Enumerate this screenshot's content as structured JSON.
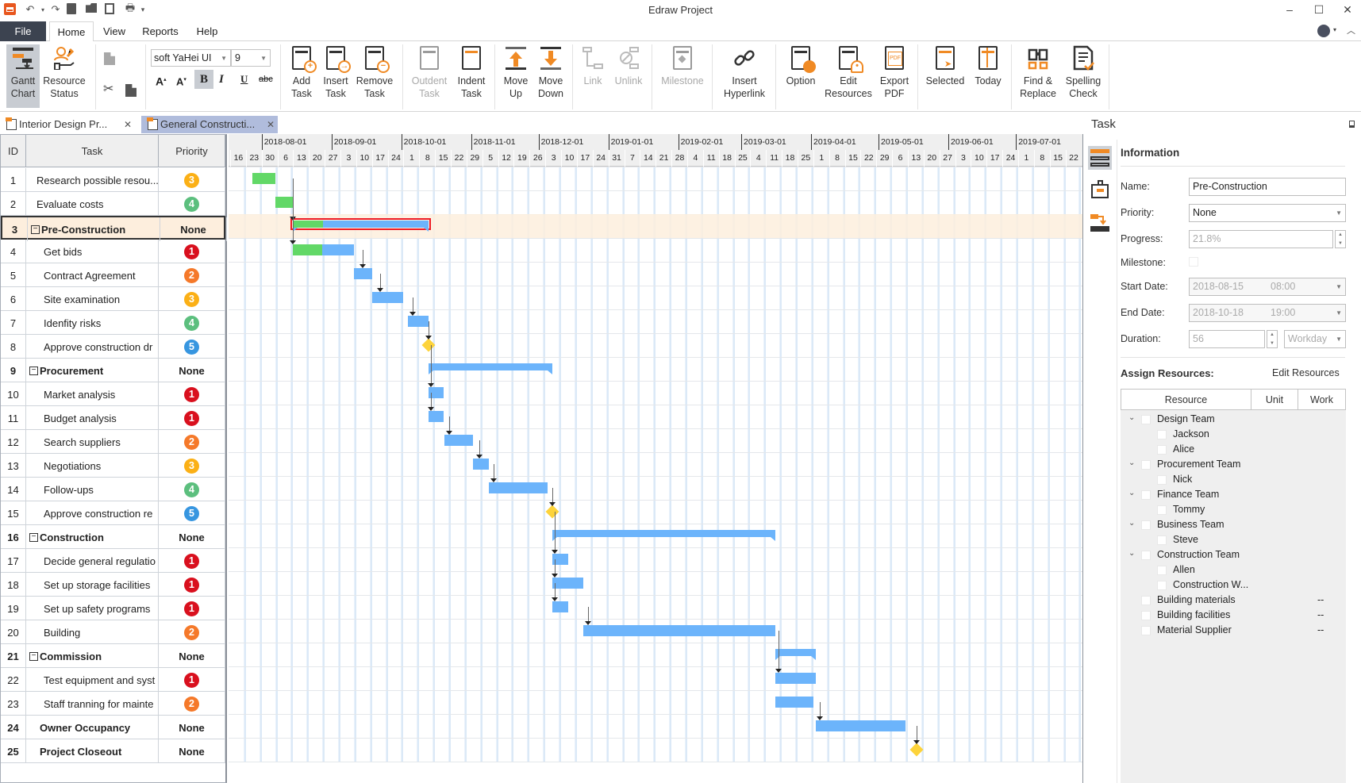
{
  "window": {
    "title": "Edraw Project",
    "controls": {
      "minimize": "–",
      "maximize": "☐",
      "close": "✕"
    }
  },
  "quick_access": [
    "app-logo",
    "undo-icon",
    "redo-icon",
    "new-icon",
    "open-icon",
    "save-icon",
    "print-icon",
    "customize-icon"
  ],
  "menu": {
    "file": "File",
    "tabs": [
      "Home",
      "View",
      "Reports",
      "Help"
    ],
    "active": "Home"
  },
  "ribbon": {
    "gantt_chart": [
      "Gantt",
      "Chart"
    ],
    "resource_status": [
      "Resource",
      "Status"
    ],
    "font_name": "soft YaHei UI",
    "font_size": "9",
    "add_task": [
      "Add",
      "Task"
    ],
    "insert_task": [
      "Insert",
      "Task"
    ],
    "remove_task": [
      "Remove",
      "Task"
    ],
    "outdent_task": [
      "Outdent",
      "Task"
    ],
    "indent_task": [
      "Indent",
      "Task"
    ],
    "move_up": [
      "Move",
      "Up"
    ],
    "move_down": [
      "Move",
      "Down"
    ],
    "link": "Link",
    "unlink": "Unlink",
    "milestone": "Milestone",
    "insert_hyperlink": [
      "Insert",
      "Hyperlink"
    ],
    "option": "Option",
    "edit_resources": [
      "Edit",
      "Resources"
    ],
    "export_pdf": [
      "Export",
      "PDF"
    ],
    "selected": "Selected",
    "today": "Today",
    "find_replace": [
      "Find &",
      "Replace"
    ],
    "spelling_check": [
      "Spelling",
      "Check"
    ]
  },
  "doc_tabs": [
    {
      "label": "Interior Design Pr...",
      "active": false
    },
    {
      "label": "General Constructi...",
      "active": true
    }
  ],
  "grid": {
    "headers": {
      "id": "ID",
      "task": "Task",
      "priority": "Priority"
    },
    "rows": [
      {
        "id": "1",
        "task": "Research possible resou...",
        "priority": "3",
        "level": 0,
        "summary": false
      },
      {
        "id": "2",
        "task": "Evaluate costs",
        "priority": "4",
        "level": 0,
        "summary": false
      },
      {
        "id": "3",
        "task": "Pre-Construction",
        "priority": "None",
        "level": 0,
        "summary": true,
        "selected": true
      },
      {
        "id": "4",
        "task": "Get bids",
        "priority": "1",
        "level": 1,
        "summary": false
      },
      {
        "id": "5",
        "task": "Contract Agreement",
        "priority": "2",
        "level": 1,
        "summary": false
      },
      {
        "id": "6",
        "task": "Site examination",
        "priority": "3",
        "level": 1,
        "summary": false
      },
      {
        "id": "7",
        "task": "Idenfity risks",
        "priority": "4",
        "level": 1,
        "summary": false
      },
      {
        "id": "8",
        "task": "Approve construction dr",
        "priority": "5",
        "level": 1,
        "summary": false
      },
      {
        "id": "9",
        "task": "Procurement",
        "priority": "None",
        "level": 0,
        "summary": true
      },
      {
        "id": "10",
        "task": "Market analysis",
        "priority": "1",
        "level": 1,
        "summary": false
      },
      {
        "id": "11",
        "task": "Budget analysis",
        "priority": "1",
        "level": 1,
        "summary": false
      },
      {
        "id": "12",
        "task": "Search suppliers",
        "priority": "2",
        "level": 1,
        "summary": false
      },
      {
        "id": "13",
        "task": "Negotiations",
        "priority": "3",
        "level": 1,
        "summary": false
      },
      {
        "id": "14",
        "task": "Follow-ups",
        "priority": "4",
        "level": 1,
        "summary": false
      },
      {
        "id": "15",
        "task": "Approve construction re",
        "priority": "5",
        "level": 1,
        "summary": false
      },
      {
        "id": "16",
        "task": "Construction",
        "priority": "None",
        "level": 0,
        "summary": true
      },
      {
        "id": "17",
        "task": "Decide general regulatio",
        "priority": "1",
        "level": 1,
        "summary": false
      },
      {
        "id": "18",
        "task": "Set up storage facilities",
        "priority": "1",
        "level": 1,
        "summary": false
      },
      {
        "id": "19",
        "task": "Set up safety programs",
        "priority": "1",
        "level": 1,
        "summary": false
      },
      {
        "id": "20",
        "task": "Building",
        "priority": "2",
        "level": 1,
        "summary": false
      },
      {
        "id": "21",
        "task": "Commission",
        "priority": "None",
        "level": 0,
        "summary": true
      },
      {
        "id": "22",
        "task": "Test equipment and syst",
        "priority": "1",
        "level": 1,
        "summary": false
      },
      {
        "id": "23",
        "task": "Staff tranning for mainte",
        "priority": "2",
        "level": 1,
        "summary": false
      },
      {
        "id": "24",
        "task": "Owner Occupancy",
        "priority": "None",
        "level": 0,
        "summary": true,
        "nocollapse": true
      },
      {
        "id": "25",
        "task": "Project Closeout",
        "priority": "None",
        "level": 0,
        "summary": true,
        "nocollapse": true
      }
    ]
  },
  "priority_colors": {
    "1": "#d9101e",
    "2": "#f5792a",
    "3": "#fbb016",
    "4": "#5cbf7e",
    "5": "#3796e0"
  },
  "timeline": {
    "months": [
      "2018-08-01",
      "2018-09-01",
      "2018-10-01",
      "2018-11-01",
      "2018-12-01",
      "2019-01-01",
      "2019-02-01",
      "2019-03-01",
      "2019-04-01",
      "2019-05-01",
      "2019-06-01",
      "2019-07-01"
    ],
    "month_week_index": [
      2,
      6.43,
      10.86,
      15.29,
      19.57,
      24,
      28.43,
      32.43,
      36.86,
      41.14,
      45.57,
      49.86
    ],
    "weeks": [
      "16",
      "23",
      "30",
      "6",
      "13",
      "20",
      "27",
      "3",
      "10",
      "17",
      "24",
      "1",
      "8",
      "15",
      "22",
      "29",
      "5",
      "12",
      "19",
      "26",
      "3",
      "10",
      "17",
      "24",
      "31",
      "7",
      "14",
      "21",
      "28",
      "4",
      "11",
      "18",
      "25",
      "4",
      "11",
      "18",
      "25",
      "1",
      "8",
      "15",
      "22",
      "29",
      "6",
      "13",
      "20",
      "27",
      "3",
      "10",
      "17",
      "24",
      "1",
      "8",
      "15",
      "22"
    ]
  },
  "gantt_bars": [
    {
      "row": 0,
      "type": "task",
      "start": 1.43,
      "end": 2.86,
      "progress": 1.0
    },
    {
      "row": 1,
      "type": "task",
      "start": 2.86,
      "end": 4.0,
      "progress": 1.0
    },
    {
      "row": 2,
      "type": "summary",
      "start": 4.0,
      "end": 12.57,
      "progress": 0.218,
      "selected": true
    },
    {
      "row": 3,
      "type": "task",
      "start": 4.0,
      "end": 7.86,
      "progress": 0.48
    },
    {
      "row": 4,
      "type": "task",
      "start": 7.86,
      "end": 9.0
    },
    {
      "row": 5,
      "type": "task",
      "start": 9.0,
      "end": 11.0
    },
    {
      "row": 6,
      "type": "task",
      "start": 11.29,
      "end": 12.57
    },
    {
      "row": 7,
      "type": "milestone",
      "at": 12.57
    },
    {
      "row": 8,
      "type": "summary",
      "start": 12.57,
      "end": 20.43
    },
    {
      "row": 9,
      "type": "task",
      "start": 12.57,
      "end": 13.57
    },
    {
      "row": 10,
      "type": "task",
      "start": 12.57,
      "end": 13.57
    },
    {
      "row": 11,
      "type": "task",
      "start": 13.57,
      "end": 15.43
    },
    {
      "row": 12,
      "type": "task",
      "start": 15.43,
      "end": 16.43
    },
    {
      "row": 13,
      "type": "task",
      "start": 16.43,
      "end": 20.14
    },
    {
      "row": 14,
      "type": "milestone",
      "at": 20.43
    },
    {
      "row": 15,
      "type": "summary",
      "start": 20.43,
      "end": 34.57
    },
    {
      "row": 16,
      "type": "task",
      "start": 20.43,
      "end": 21.43
    },
    {
      "row": 17,
      "type": "task",
      "start": 20.43,
      "end": 22.43
    },
    {
      "row": 18,
      "type": "task",
      "start": 20.43,
      "end": 21.43
    },
    {
      "row": 19,
      "type": "task",
      "start": 22.43,
      "end": 34.57
    },
    {
      "row": 20,
      "type": "summary",
      "start": 34.57,
      "end": 37.14
    },
    {
      "row": 21,
      "type": "task",
      "start": 34.57,
      "end": 37.14
    },
    {
      "row": 22,
      "type": "task",
      "start": 34.57,
      "end": 37.0
    },
    {
      "row": 23,
      "type": "task",
      "start": 37.14,
      "end": 42.86
    },
    {
      "row": 24,
      "type": "milestone",
      "at": 43.57
    }
  ],
  "task_panel": {
    "title": "Task",
    "section": "Information",
    "labels": {
      "name": "Name:",
      "priority": "Priority:",
      "progress": "Progress:",
      "milestone": "Milestone:",
      "start_date": "Start Date:",
      "end_date": "End Date:",
      "duration": "Duration:"
    },
    "values": {
      "name": "Pre-Construction",
      "priority": "None",
      "progress": "21.8%",
      "milestone": false,
      "start_date": "2018-08-15",
      "start_time": "08:00",
      "end_date": "2018-10-18",
      "end_time": "19:00",
      "duration": "56",
      "duration_unit": "Workday"
    },
    "assign_resources": "Assign Resources:",
    "edit_resources": "Edit Resources",
    "resource_headers": {
      "resource": "Resource",
      "unit": "Unit",
      "work": "Work"
    },
    "resources": [
      {
        "name": "Design Team",
        "group": true,
        "work": ""
      },
      {
        "name": "Jackson",
        "group": false,
        "child": true,
        "work": ""
      },
      {
        "name": "Alice",
        "group": false,
        "child": true,
        "work": ""
      },
      {
        "name": "Procurement Team",
        "group": true,
        "work": ""
      },
      {
        "name": "Nick",
        "group": false,
        "child": true,
        "work": ""
      },
      {
        "name": "Finance Team",
        "group": true,
        "work": ""
      },
      {
        "name": "Tommy",
        "group": false,
        "child": true,
        "work": ""
      },
      {
        "name": "Business Team",
        "group": true,
        "work": ""
      },
      {
        "name": "Steve",
        "group": false,
        "child": true,
        "work": ""
      },
      {
        "name": "Construction Team",
        "group": true,
        "work": ""
      },
      {
        "name": "Allen",
        "group": false,
        "child": true,
        "work": ""
      },
      {
        "name": "Construction W...",
        "group": false,
        "child": true,
        "work": ""
      },
      {
        "name": "Building materials",
        "group": false,
        "child": false,
        "work": "--"
      },
      {
        "name": "Building facilities",
        "group": false,
        "child": false,
        "work": "--"
      },
      {
        "name": "Material Supplier",
        "group": false,
        "child": false,
        "work": "--"
      }
    ]
  },
  "colors": {
    "task_bar": "#6cb4fb",
    "progress": "#62d867",
    "milestone": "#fdd33a",
    "selection_outline": "#ee1c25",
    "selected_row": "#fdeedd",
    "accent": "#f08a24",
    "file_menu": "#3c4350"
  }
}
